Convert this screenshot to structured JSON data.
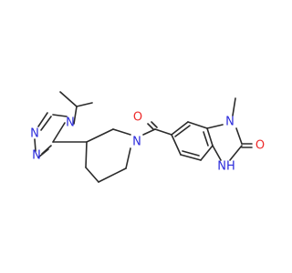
{
  "colors": {
    "bond": "#2b2b2b",
    "nitrogen": "#2a2adb",
    "oxygen": "#ee2b2b",
    "background": "#ffffff"
  },
  "atom_labels": {
    "n_triazole_isopropyl": "N",
    "n_triazole_top": "N",
    "n_triazole_mid": "N",
    "n_piperidine": "N",
    "o_carbonyl": "O",
    "n_imidazolone_methyl": "N",
    "o_imidazolone": "O",
    "nh_imidazolone": "NH"
  }
}
